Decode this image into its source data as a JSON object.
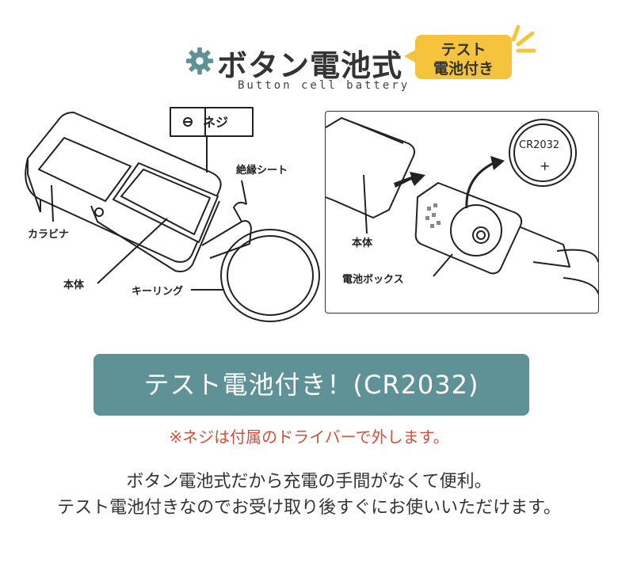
{
  "header": {
    "title": "ボタン電池式",
    "subtitle": "Button cell battery",
    "badge_line1": "テスト",
    "badge_line2": "電池付き",
    "badge_color": "#f6c33c",
    "icon": "gear-icon"
  },
  "left_illustration": {
    "callout_screw": "ネジ",
    "label_insulation": "絶縁シート",
    "label_carabiner": "カラビナ",
    "label_body": "本体",
    "label_keyring": "キーリング"
  },
  "right_illustration": {
    "battery_text": "CR2032",
    "battery_symbol": "+",
    "label_body": "本体",
    "label_battery_box": "電池ボックス"
  },
  "banner": {
    "text": "テスト電池付き！(CR2032)",
    "color": "#5f9297"
  },
  "note": "※ネジは付属のドライバーで外します。",
  "description": {
    "line1": "ボタン電池式だから充電の手間がなくて便利。",
    "line2": "テスト電池付きなのでお受け取り後すぐにお使いいただけます。"
  }
}
